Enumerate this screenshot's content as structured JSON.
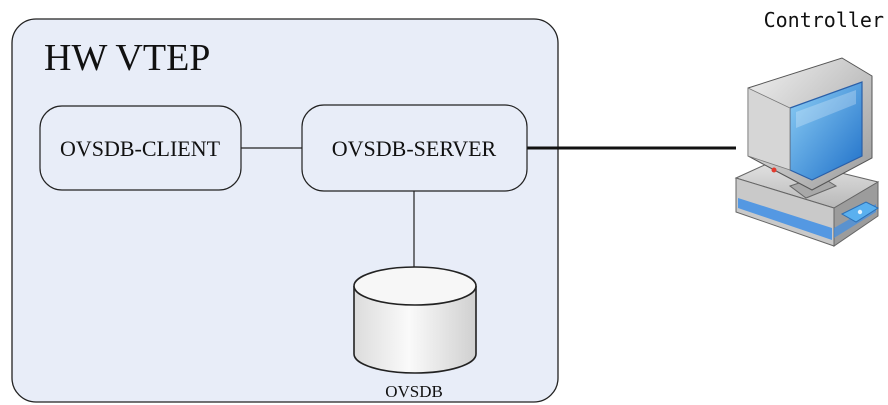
{
  "vtep": {
    "title": "HW VTEP",
    "client_label": "OVSDB-CLIENT",
    "server_label": "OVSDB-SERVER",
    "db_label": "OVSDB"
  },
  "controller": {
    "label": "Controller",
    "icon": "desktop-computer-icon"
  },
  "colors": {
    "container_fill": "#e8edf8",
    "box_fill": "#e8edf8",
    "stroke": "#222222",
    "cylinder_fill": "#f4f4f4"
  }
}
